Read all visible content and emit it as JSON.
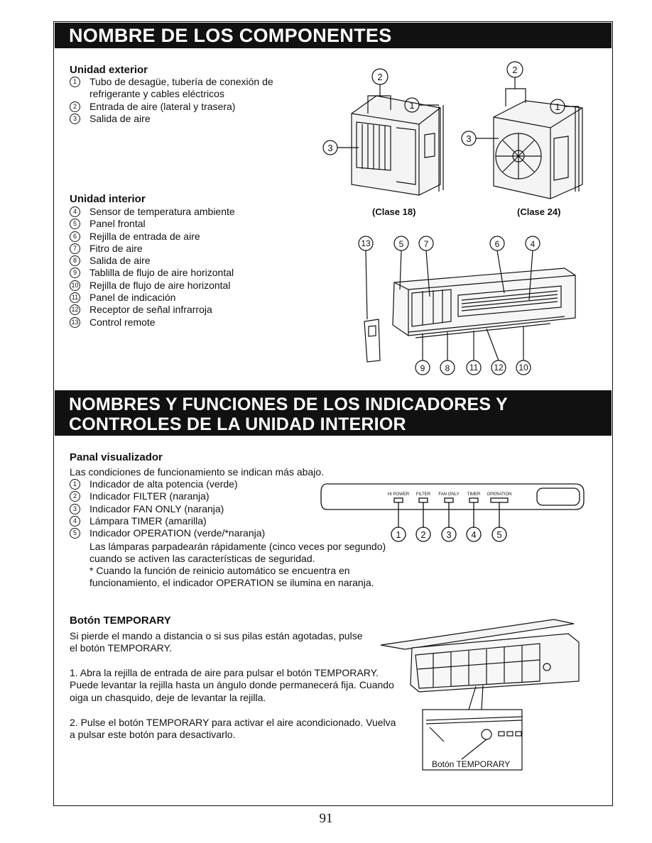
{
  "section1": {
    "title": "NOMBRE DE LOS COMPONENTES",
    "outdoor": {
      "heading": "Unidad exterior",
      "items": [
        {
          "n": "1",
          "text": "Tubo de desagüe, tubería de conexión de refrigerante y cables eléctricos"
        },
        {
          "n": "2",
          "text": "Entrada de aire (lateral y trasera)"
        },
        {
          "n": "3",
          "text": "Salida de aire"
        }
      ],
      "captions": [
        "(Clase 18)",
        "(Clase 24)"
      ]
    },
    "indoor": {
      "heading": "Unidad interior",
      "items": [
        {
          "n": "4",
          "text": "Sensor de temperatura ambiente"
        },
        {
          "n": "5",
          "text": "Panel frontal"
        },
        {
          "n": "6",
          "text": "Rejilla de entrada de aire"
        },
        {
          "n": "7",
          "text": "Fitro de aire"
        },
        {
          "n": "8",
          "text": "Salida de aire"
        },
        {
          "n": "9",
          "text": "Tablilla de flujo de aire horizontal"
        },
        {
          "n": "10",
          "text": "Rejilla de flujo de aire horizontal"
        },
        {
          "n": "11",
          "text": "Panel de indicación"
        },
        {
          "n": "12",
          "text": "Receptor de señal infrarroja"
        },
        {
          "n": "13",
          "text": "Control remote"
        }
      ]
    }
  },
  "section2": {
    "title_line1": "NOMBRES Y FUNCIONES DE LOS INDICADORES Y",
    "title_line2": "CONTROLES DE LA UNIDAD INTERIOR",
    "display": {
      "heading": "Panal visualizador",
      "intro": "Las condiciones de funcionamiento se indican más abajo.",
      "items": [
        {
          "n": "1",
          "text": "Indicador de alta potencia (verde)"
        },
        {
          "n": "2",
          "text": "Indicador FILTER (naranja)"
        },
        {
          "n": "3",
          "text": "Indicador FAN ONLY (naranja)"
        },
        {
          "n": "4",
          "text": "Lámpara TIMER (amarilla)"
        },
        {
          "n": "5",
          "text": "Indicador OPERATION (verde/*naranja)"
        }
      ],
      "note1": "Las lámparas parpadearán rápidamente (cinco veces por segundo) cuando se activen las características de seguridad.",
      "note2": "* Cuando la función de reinicio automático se encuentra en funcionamiento, el indicador OPERATION se ilumina en naranja.",
      "panel_labels": [
        "HI POWER",
        "FILTER",
        "FAN ONLY",
        "TIMER",
        "OPERATION"
      ]
    },
    "temporary": {
      "heading": "Botón TEMPORARY",
      "intro": "Si pierde el mando a distancia o si sus pilas están agotadas, pulse el botón TEMPORARY.",
      "step1": "1. Abra la rejilla de entrada de aire para pulsar el botón TEMPORARY. Puede levantar la rejilla hasta un ángulo donde permanecerá fija. Cuando oiga un chasquido, deje de levantar la rejilla.",
      "step2": "2. Pulse el botón TEMPORARY para activar el aire acondicionado. Vuelva a pulsar este botón para desactivarlo.",
      "callout": "Botón TEMPORARY"
    }
  },
  "page_number": "91"
}
